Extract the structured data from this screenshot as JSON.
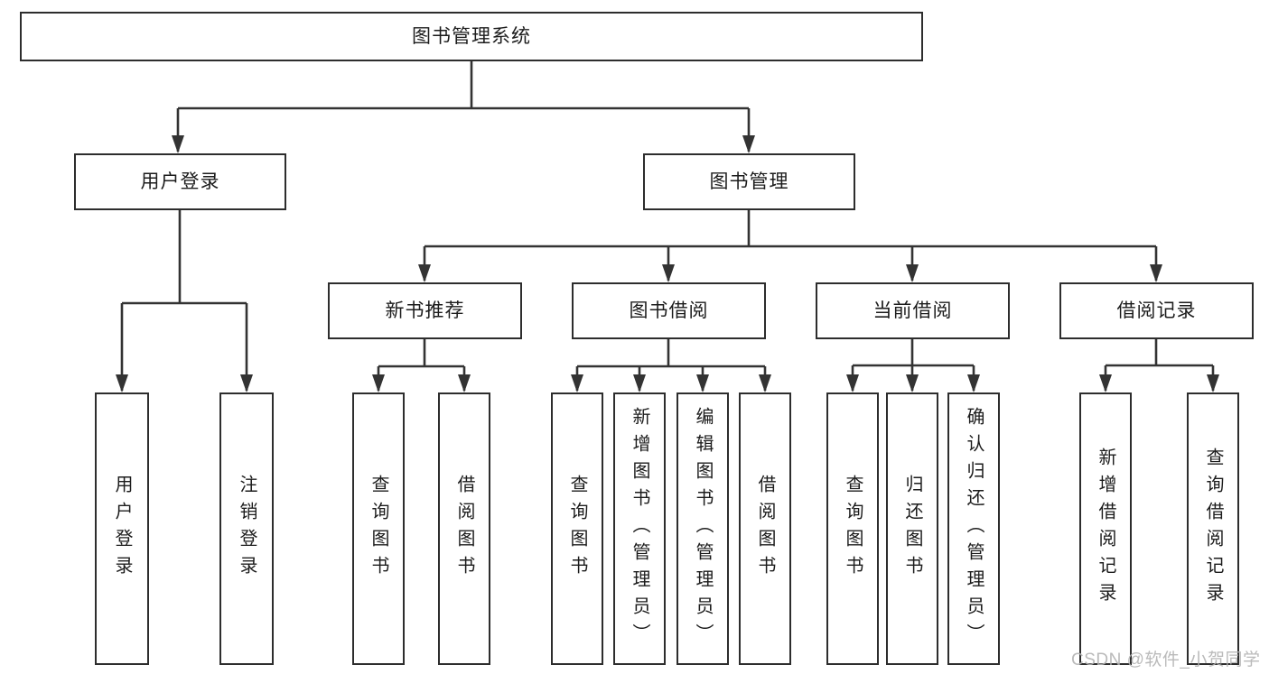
{
  "tree": {
    "root": {
      "label": "图书管理系统"
    },
    "branches": [
      {
        "label": "用户登录",
        "children": [
          {
            "label": "用户登录"
          },
          {
            "label": "注销登录"
          }
        ]
      },
      {
        "label": "图书管理",
        "children": [
          {
            "label": "新书推荐",
            "children": [
              {
                "label": "查询图书"
              },
              {
                "label": "借阅图书"
              }
            ]
          },
          {
            "label": "图书借阅",
            "children": [
              {
                "label": "查询图书"
              },
              {
                "label": "新增图书（管理员）"
              },
              {
                "label": "编辑图书（管理员）"
              },
              {
                "label": "借阅图书"
              }
            ]
          },
          {
            "label": "当前借阅",
            "children": [
              {
                "label": "查询图书"
              },
              {
                "label": "归还图书"
              },
              {
                "label": "确认归还（管理员）"
              }
            ]
          },
          {
            "label": "借阅记录",
            "children": [
              {
                "label": "新增借阅记录"
              },
              {
                "label": "查询借阅记录"
              }
            ]
          }
        ]
      }
    ]
  },
  "watermark": {
    "text": "CSDN @软件_小贺同学"
  },
  "colors": {
    "line": "#333333",
    "box_border": "#2d2d2d",
    "text": "#1c1c1c",
    "background": "#ffffff",
    "watermark": "#b3b3b3"
  }
}
